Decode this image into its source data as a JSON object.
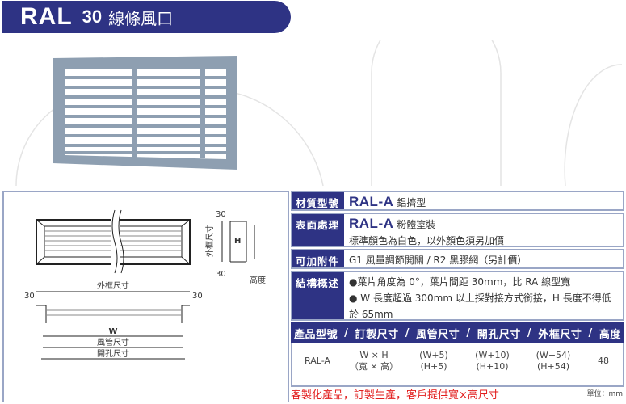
{
  "header": {
    "code": "RAL",
    "number": "30",
    "name": "線條風口"
  },
  "drawing": {
    "label_outer": "外框尺寸",
    "label_30": "30",
    "label_w": "W",
    "label_h": "H",
    "label_duct": "風管尺寸",
    "label_opening": "開孔尺寸",
    "label_height": "高度"
  },
  "spec": {
    "rows": [
      {
        "label": "材質型號",
        "model": "RAL-A",
        "text": "鋁擠型"
      },
      {
        "label": "表面處理",
        "model": "RAL-A",
        "text": "粉體塗裝",
        "line2": "標準顏色為白色，以外顏色須另加價"
      },
      {
        "label": "可加附件",
        "text": "G1 風量調節開關 / R2 黑膠網（另計價）"
      },
      {
        "label": "結構概述",
        "bullets": [
          "●葉片角度為 0°，葉片間距 30mm，比 RA 線型寬",
          "● W 長度超過 300mm 以上採對接方式銜接，H 長度不得低於 65mm"
        ]
      }
    ],
    "table": {
      "headers": [
        "產品型號",
        "/",
        "訂製尺寸",
        "/",
        "風管尺寸",
        "/",
        "開孔尺寸",
        "/",
        "外框尺寸",
        "/",
        "高度"
      ],
      "row": {
        "model": "RAL-A",
        "custom": [
          "W × H",
          "（寬 × 高）"
        ],
        "duct": [
          "(W+5)",
          "(H+5)"
        ],
        "opening": [
          "(W+10)",
          "(H+10)"
        ],
        "frame": [
          "(W+54)",
          "(H+54)"
        ],
        "height": "48"
      }
    }
  },
  "footer": {
    "note": "客製化產品，訂製生產，客戶提供寬×高尺寸",
    "unit": "單位：mm"
  },
  "colors": {
    "brand": "#2e3384",
    "accent": "#e21c1c",
    "frame": "#8e9fb1"
  }
}
